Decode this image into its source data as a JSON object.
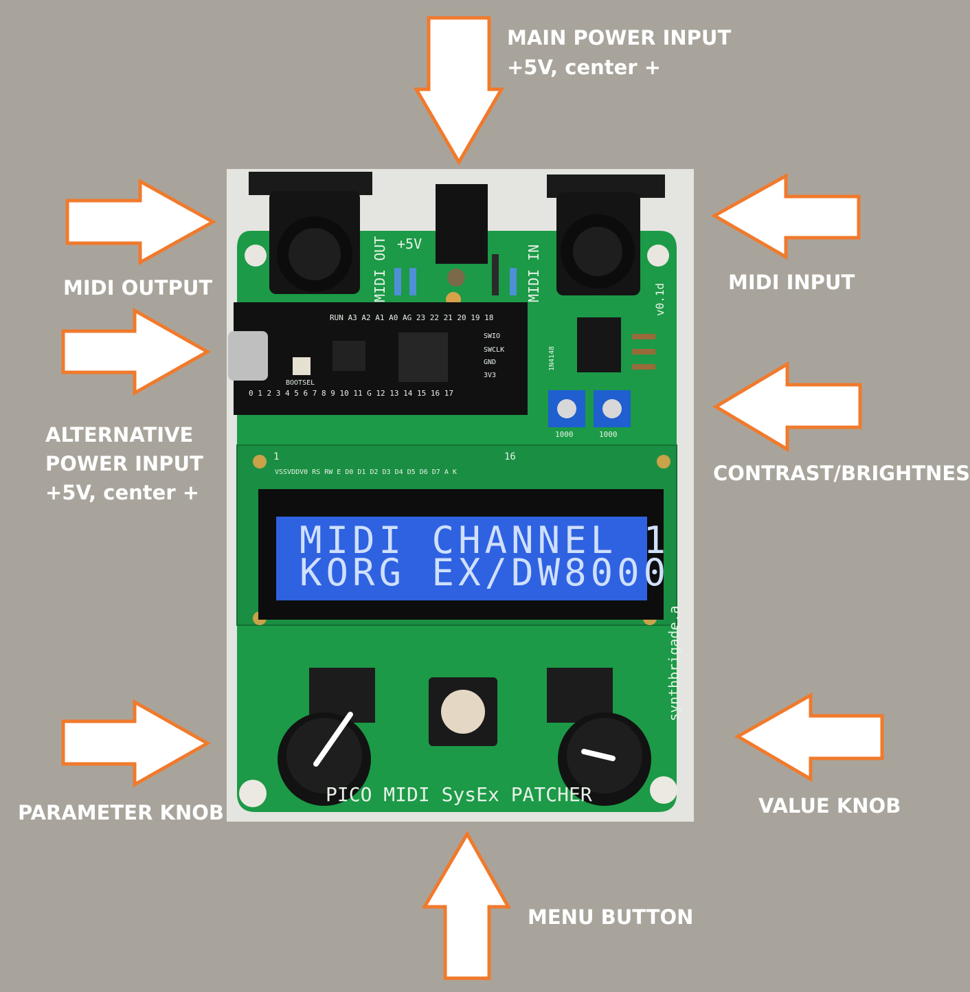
{
  "labels": {
    "main_power_line1": "MAIN POWER INPUT",
    "main_power_line2": "+5V, center +",
    "midi_output": "MIDI OUTPUT",
    "midi_input": "MIDI INPUT",
    "alt_power_line1": "ALTERNATIVE",
    "alt_power_line2": "POWER INPUT",
    "alt_power_line3": "+5V, center +",
    "contrast_brightness": "CONTRAST/BRIGHTNESS",
    "parameter_knob": "PARAMETER KNOB",
    "value_knob": "VALUE KNOB",
    "menu_button": "MENU BUTTON"
  },
  "lcd": {
    "line1": "MIDI CHANNEL  1",
    "line2": "KORG EX/DW8000"
  },
  "pcb": {
    "midi_out_silk": "MIDI OUT",
    "power_silk": "+5V",
    "midi_in_silk": "MIDI IN",
    "version_silk": "v0.1d",
    "brand_silk": "synthbrigade.a",
    "title_silk": "PICO MIDI SysEx PATCHER",
    "pin_first": "1",
    "pin_last": "16",
    "lcd_pins": "VSSVDDV0 RS RW E  D0 D1 D2 D3 D4 D5 D6 D7  A  K",
    "pot_value_left": "1000",
    "pot_value_right": "1000",
    "mcu_pins_top": "RUN A3 A2 A1 A0 AG 23 22 21 20 19 18",
    "mcu_pins_bottom": "0 1 2 3 4 5 6 7 8 9 10 11 G 12 13 14 15 16 17",
    "mcu_side_pins": [
      "SWIO",
      "SWCLK",
      "GND",
      "3V3"
    ],
    "bootsel": "BOOTSEL",
    "diode": "1N4148"
  },
  "colors": {
    "background": "#a8a49c",
    "arrow_fill": "#ffffff",
    "arrow_outline": "#f07a2c",
    "pcb_green": "#1c9a47",
    "lcd_blue": "#2f62e0"
  }
}
